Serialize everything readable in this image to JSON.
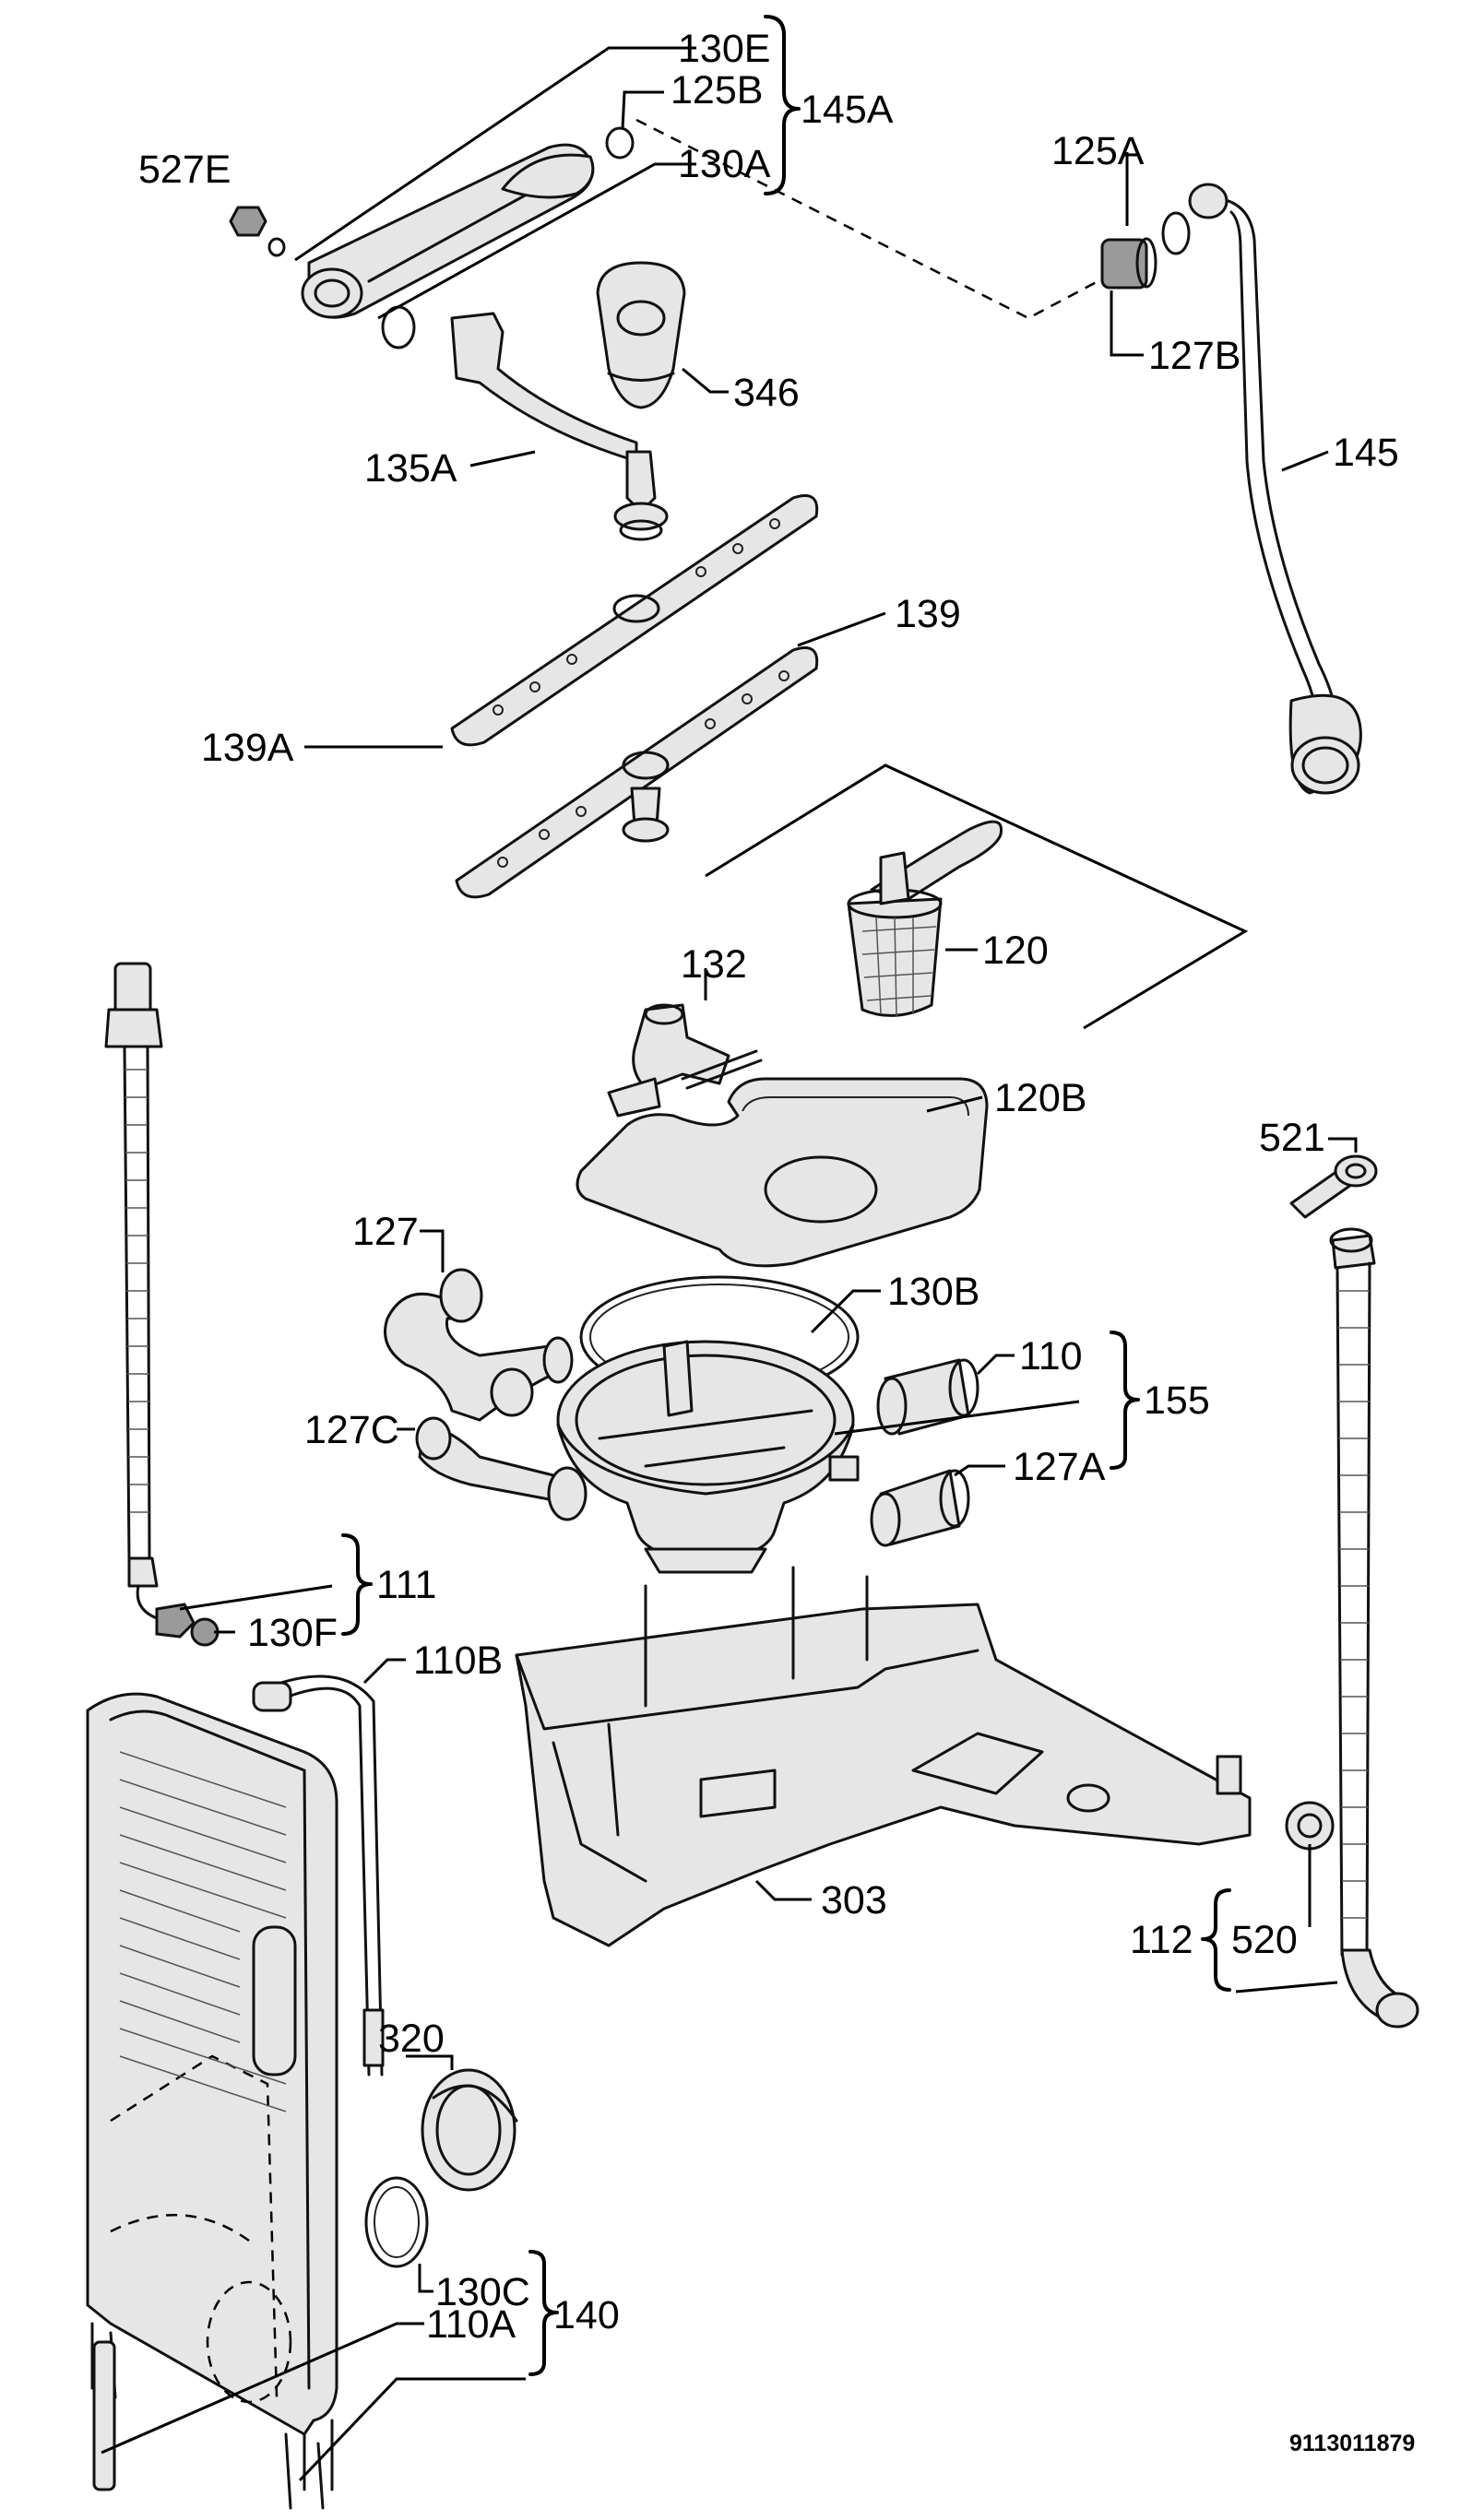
{
  "labels": {
    "l130E": "130E",
    "l125B": "125B",
    "l145A": "145A",
    "l130A": "130A",
    "l527E": "527E",
    "l125A": "125A",
    "l127B": "127B",
    "l346": "346",
    "l135A": "135A",
    "l145": "145",
    "l139": "139",
    "l139A": "139A",
    "l120": "120",
    "l132": "132",
    "l120B": "120B",
    "l521": "521",
    "l127": "127",
    "l130B": "130B",
    "l110": "110",
    "l155": "155",
    "l127C": "127C",
    "l127A": "127A",
    "l111": "111",
    "l130F": "130F",
    "l110B": "110B",
    "l303": "303",
    "l520": "520",
    "l112": "112",
    "l320": "320",
    "l130C": "130C",
    "l140": "140",
    "l110A": "110A"
  },
  "document_number": "9113011879"
}
